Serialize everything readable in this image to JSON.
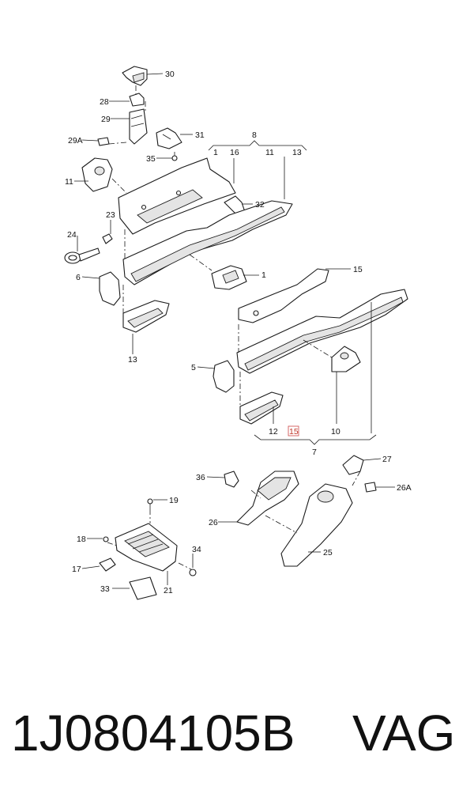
{
  "callouts": {
    "c30": "30",
    "c28": "28",
    "c29": "29",
    "c29a": "29A",
    "c31": "31",
    "c35": "35",
    "c8": "8",
    "c8_1": "1",
    "c8_16": "16",
    "c8_11": "11",
    "c8_13": "13",
    "c11": "11",
    "c32": "32",
    "c23": "23",
    "c24": "24",
    "c6": "6",
    "c1": "1",
    "c13": "13",
    "c15": "15",
    "c5": "5",
    "c10": "10",
    "c12": "12",
    "c15b": "15",
    "c7": "7",
    "c36": "36",
    "c27": "27",
    "c26a": "26A",
    "c26": "26",
    "c25": "25",
    "c19": "19",
    "c18": "18",
    "c34": "34",
    "c17": "17",
    "c33": "33",
    "c21": "21"
  },
  "footer": {
    "part_number": "1J0804105B",
    "brand": "VAG"
  }
}
